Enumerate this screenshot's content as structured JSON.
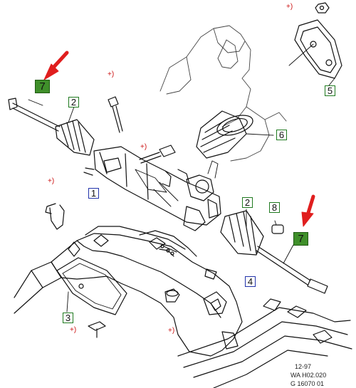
{
  "callouts": {
    "c1": "1",
    "c2a": "2",
    "c2b": "2",
    "c3": "3",
    "c4": "4",
    "c5": "5",
    "c6": "6",
    "c7a": "7",
    "c7b": "7",
    "c8": "8"
  },
  "marker": "+)",
  "footer": {
    "date": "12-97",
    "ref": "WA H02.020",
    "code": "G 16070 01"
  },
  "colors": {
    "arrow": "#e01e1e",
    "callout_green": "#1f7a1f",
    "callout_blue": "#2233aa",
    "callout_fill": "#3f8f2a",
    "marker": "#cc1111"
  }
}
